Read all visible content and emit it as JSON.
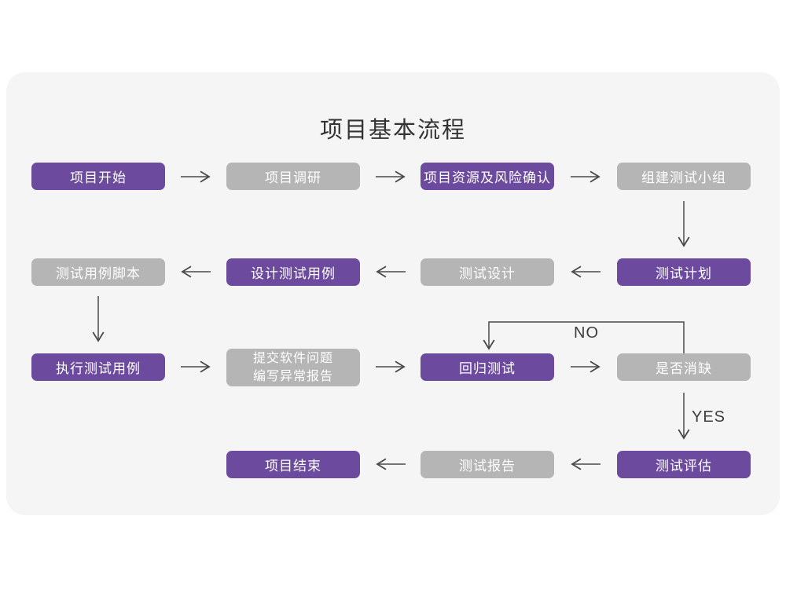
{
  "title": "项目基本流程",
  "colors": {
    "node_purple": "#6c4b9e",
    "node_gray": "#b5b5b5",
    "card_background": "#f5f5f5",
    "page_background": "#ffffff",
    "arrow": "#4a4a4a",
    "title_text": "#333333"
  },
  "flow": {
    "nodes": {
      "start": {
        "label": "项目开始",
        "variant": "purple"
      },
      "research": {
        "label": "项目调研",
        "variant": "gray"
      },
      "risk": {
        "label": "项目资源及风险确认",
        "variant": "purple"
      },
      "team": {
        "label": "组建测试小组",
        "variant": "gray"
      },
      "script": {
        "label": "测试用例脚本",
        "variant": "gray"
      },
      "design_case": {
        "label": "设计测试用例",
        "variant": "purple"
      },
      "test_design": {
        "label": "测试设计",
        "variant": "gray"
      },
      "plan": {
        "label": "测试计划",
        "variant": "purple"
      },
      "execute": {
        "label": "执行测试用例",
        "variant": "purple"
      },
      "issue_report": {
        "label": "提交软件问题\n编写异常报告",
        "variant": "gray"
      },
      "regression": {
        "label": "回归测试",
        "variant": "purple"
      },
      "defect_check": {
        "label": "是否消缺",
        "variant": "gray"
      },
      "end": {
        "label": "项目结束",
        "variant": "purple"
      },
      "test_report": {
        "label": "测试报告",
        "variant": "gray"
      },
      "evaluate": {
        "label": "测试评估",
        "variant": "purple"
      }
    },
    "edge_labels": {
      "no": "NO",
      "yes": "YES"
    }
  }
}
